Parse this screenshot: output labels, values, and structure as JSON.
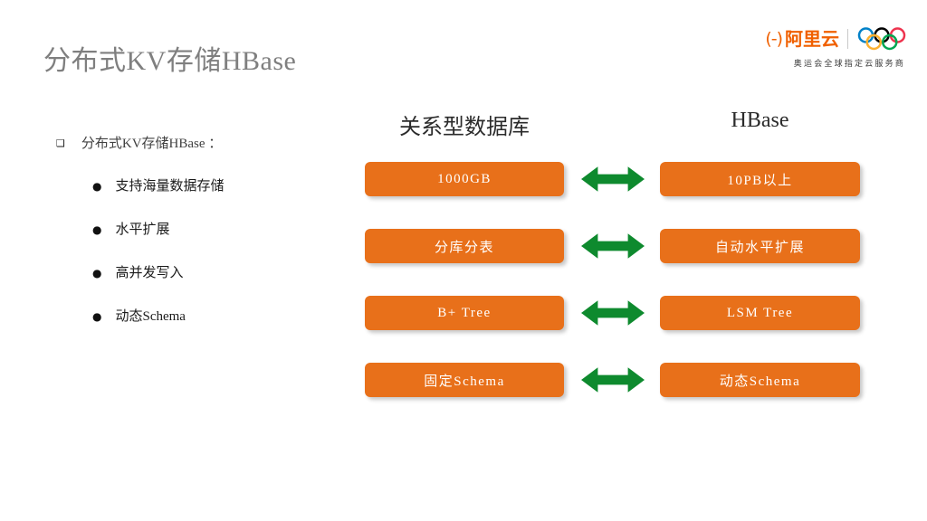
{
  "slide": {
    "title": "分布式KV存储HBase",
    "background_color": "#ffffff",
    "title_color": "#7f7f7f"
  },
  "logo": {
    "mark_glyph": "(-)",
    "wordmark": "阿里云",
    "tagline": "奥运会全球指定云服务商",
    "brand_color": "#f06000",
    "ring_colors": [
      "#0081C8",
      "#000000",
      "#EE334E",
      "#FCB131",
      "#00A651"
    ]
  },
  "bullets": {
    "heading": {
      "marker": "square-bullet",
      "marker_glyph": "❑",
      "text": "分布式KV存储HBase ："
    },
    "items": [
      {
        "marker_glyph": "●",
        "text": "支持海量数据存储"
      },
      {
        "marker_glyph": "●",
        "text": "水平扩展"
      },
      {
        "marker_glyph": "●",
        "text": "高并发写入"
      },
      {
        "marker_glyph": "●",
        "text": "动态Schema"
      }
    ]
  },
  "comparison": {
    "headers": {
      "left": "关系型数据库",
      "right": "HBase"
    },
    "box_color": "#E8701A",
    "box_text_color": "#ffffff",
    "arrow_color": "#0E8A2E",
    "arrow_icon": "double-headed-arrow",
    "rows": [
      {
        "left": "1000GB",
        "right": "10PB以上"
      },
      {
        "left": "分库分表",
        "right": "自动水平扩展"
      },
      {
        "left": "B+ Tree",
        "right": "LSM Tree"
      },
      {
        "left": "固定Schema",
        "right": "动态Schema"
      }
    ]
  }
}
